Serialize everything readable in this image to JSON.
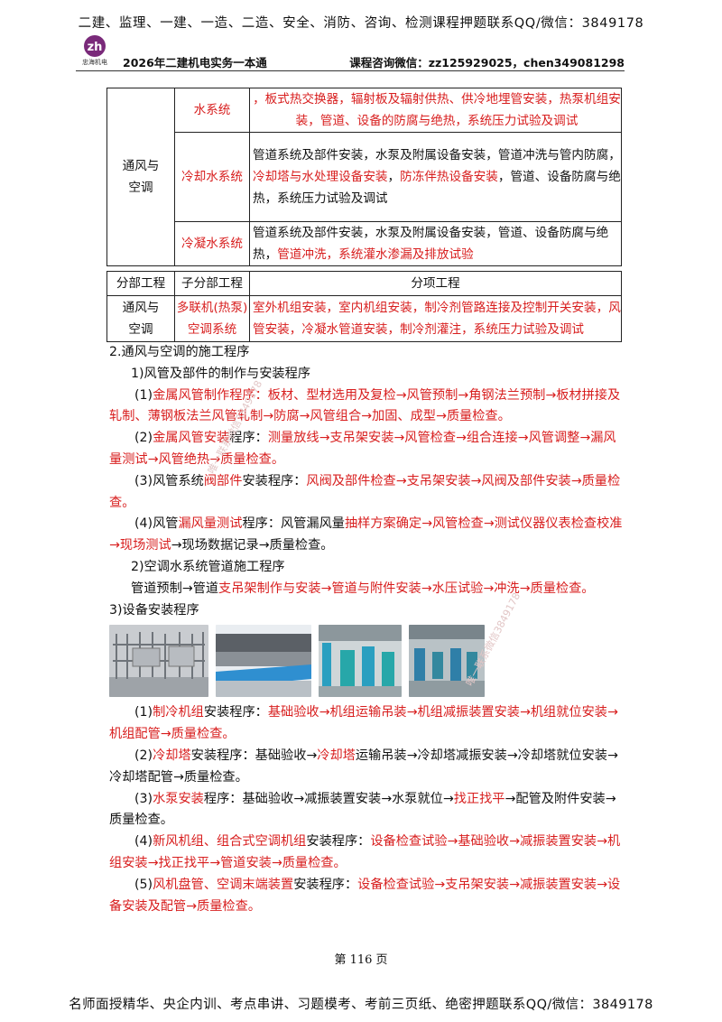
{
  "header": {
    "banner": "二建、监理、一建、一造、二造、安全、消防、咨询、检测课程押题联系QQ/微信：3849178",
    "logo_text": "忠海机电",
    "doc_title": "2026年二建机电实务一本通",
    "contact": "课程咨询微信：zz125929025，chen349081298"
  },
  "table1": {
    "division": [
      "通风与",
      "空调"
    ],
    "rows": [
      {
        "subsystem": "水系统",
        "segments": [
          {
            "t": "，板式热交换器，辐射板及辐射供热、供冷地埋管安装，热泵机组安装，管道、设备的防腐与绝热，系统压力试验及调试",
            "red": true
          }
        ]
      },
      {
        "subsystem": "冷却水系统",
        "segments": [
          {
            "t": "管道系统及部件安装，水泵及附属设备安装，管道冲洗与管内防腐，",
            "red": false
          },
          {
            "t": "冷却塔与水处理设备安装",
            "red": true
          },
          {
            "t": "，",
            "red": false
          },
          {
            "t": "防冻伴热设备安装",
            "red": true
          },
          {
            "t": "，管道、设备防腐与绝热，系统压力试验及调试",
            "red": false
          }
        ]
      },
      {
        "subsystem": "冷凝水系统",
        "segments": [
          {
            "t": "管道系统及部件安装，水泵及附属设备安装，管道、设备防腐与绝热，",
            "red": false
          },
          {
            "t": "管道冲洗，系统灌水渗漏及排放试验",
            "red": true
          }
        ]
      }
    ]
  },
  "table2": {
    "headers": [
      "分部工程",
      "子分部工程",
      "分项工程"
    ],
    "division": [
      "通风与",
      "空调"
    ],
    "subdivision": [
      "多联机(热泵)",
      "空调系统"
    ],
    "items": "室外机组安装，室内机组安装，制冷剂管路连接及控制开关安装，风管安装，冷凝水管道安装，制冷剂灌注，系统压力试验及调试"
  },
  "paragraphs": [
    {
      "cls": "",
      "segments": [
        {
          "t": "2.通风与空调的施工程序",
          "red": false
        }
      ]
    },
    {
      "cls": "ind1",
      "segments": [
        {
          "t": "1)风管及部件的制作与安装程序",
          "red": false
        }
      ]
    },
    {
      "cls": "ind2",
      "segments": [
        {
          "t": "(1)",
          "red": false
        },
        {
          "t": "金属风管制作程序：板材、型材选用及复检→风管预制→角钢法兰预制→板材拼接及轧制、薄钢板法兰风管轧制→防腐→风管组合→加固、成型→质量检查。",
          "red": true
        }
      ]
    },
    {
      "cls": "ind2",
      "segments": [
        {
          "t": "(2)",
          "red": false
        },
        {
          "t": "金属风管安装",
          "red": true
        },
        {
          "t": "程序：",
          "red": false
        },
        {
          "t": "测量放线→支吊架安装→风管检查→组合连接→风管调整→漏风量测试→风管绝热→质量检查。",
          "red": true
        }
      ]
    },
    {
      "cls": "ind2",
      "segments": [
        {
          "t": "(3)风管系统",
          "red": false
        },
        {
          "t": "阀部件",
          "red": true
        },
        {
          "t": "安装程序：",
          "red": false
        },
        {
          "t": "风阀及部件检查→支吊架安装→风阀及部件安装→质量检查。",
          "red": true
        }
      ]
    },
    {
      "cls": "ind2",
      "segments": [
        {
          "t": "(4)风管",
          "red": false
        },
        {
          "t": "漏风量测试",
          "red": true
        },
        {
          "t": "程序：风管漏风量",
          "red": false
        },
        {
          "t": "抽样方案确定→风管检查→测试仪器仪表检查校准→现场测试",
          "red": true
        },
        {
          "t": "→现场数据记录→质量检查。",
          "red": false
        }
      ]
    },
    {
      "cls": "ind1",
      "segments": [
        {
          "t": "2)空调水系统管道施工程序",
          "red": false
        }
      ]
    },
    {
      "cls": "ind1",
      "segments": [
        {
          "t": "管道预制→管道",
          "red": false
        },
        {
          "t": "支吊架制作与安装→管道与附件安装→水压试验→冲洗→质量检查。",
          "red": true
        }
      ]
    },
    {
      "cls": "",
      "segments": [
        {
          "t": "3)设备安装程序",
          "red": false
        }
      ]
    }
  ],
  "paragraphs_after": [
    {
      "cls": "ind2",
      "segments": [
        {
          "t": "(1)",
          "red": false
        },
        {
          "t": "制冷机组",
          "red": true
        },
        {
          "t": "安装程序：",
          "red": false
        },
        {
          "t": "基础验收→机组运输吊装→机组减振装置安装→机组就位安装→机组配管→质量检查。",
          "red": true
        }
      ]
    },
    {
      "cls": "ind2",
      "segments": [
        {
          "t": "(2)",
          "red": false
        },
        {
          "t": "冷却塔",
          "red": true
        },
        {
          "t": "安装程序：基础验收→",
          "red": false
        },
        {
          "t": "冷却塔",
          "red": true
        },
        {
          "t": "运输吊装→冷却塔减振安装→冷却塔就位安装→冷却塔配管→质量检查。",
          "red": false
        }
      ]
    },
    {
      "cls": "ind2",
      "segments": [
        {
          "t": "(3)",
          "red": false
        },
        {
          "t": "水泵安装",
          "red": true
        },
        {
          "t": "程序：基础验收→减振装置安装→水泵就位→",
          "red": false
        },
        {
          "t": "找正找平",
          "red": true
        },
        {
          "t": "→配管及附件安装→质量检查。",
          "red": false
        }
      ]
    },
    {
      "cls": "ind2",
      "segments": [
        {
          "t": "(4)",
          "red": false
        },
        {
          "t": "新风机组、组合式空调机组",
          "red": true
        },
        {
          "t": "安装程序：",
          "red": false
        },
        {
          "t": "设备检查试验→基础验收→减振装置安装→机组安装→找正找平→管道安装→质量检查。",
          "red": true
        }
      ]
    },
    {
      "cls": "ind2",
      "segments": [
        {
          "t": "(5)",
          "red": false
        },
        {
          "t": "风机盘管、空调末端装置",
          "red": true
        },
        {
          "t": "安装程序：",
          "red": false
        },
        {
          "t": "设备检查试验→支吊架安装→减振装置安装→设备安装及配管→质量检查。",
          "red": true
        }
      ]
    }
  ],
  "page_number": "第 116 页",
  "footer": {
    "banner": "名师面授精华、央企内训、考点串讲、习题模考、考前三页纸、绝密押题联系QQ/微信：3849178"
  },
  "watermarks": [
    "唯一联系微信3849178",
    "唯一联系微信3849178"
  ]
}
